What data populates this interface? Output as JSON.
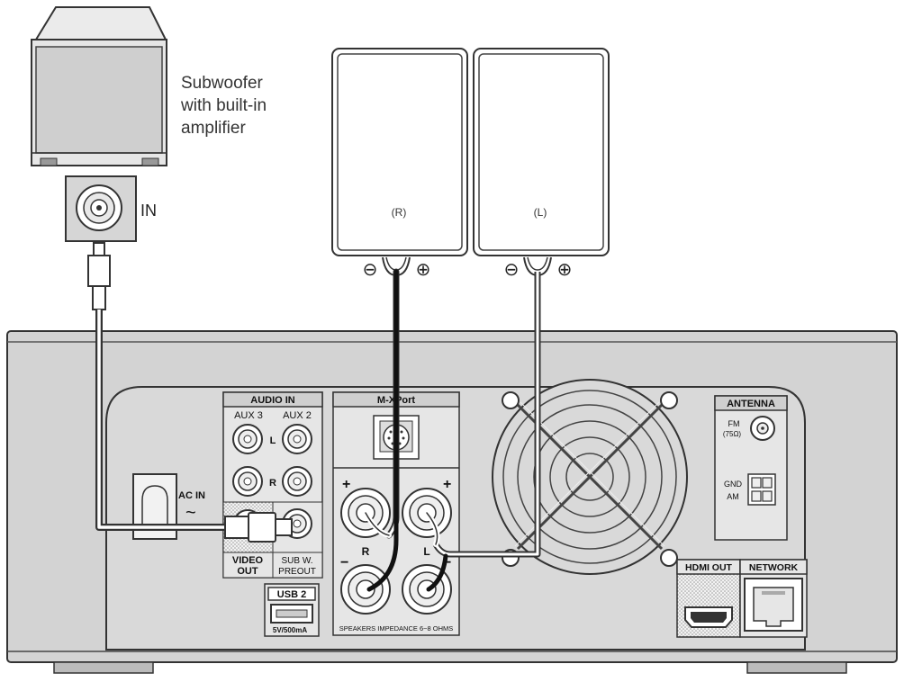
{
  "subwoofer": {
    "label_lines": [
      "Subwoofer",
      "with built-in",
      "amplifier"
    ],
    "input_label": "IN"
  },
  "speakers": {
    "right": {
      "label": "(R)",
      "minus": "⊖",
      "plus": "⊕"
    },
    "left": {
      "label": "(L)",
      "minus": "⊖",
      "plus": "⊕"
    }
  },
  "rear_panel": {
    "audio_in": {
      "title": "AUDIO IN",
      "aux3": "AUX 3",
      "aux2": "AUX 2",
      "l": "L",
      "r": "R"
    },
    "ac_in": {
      "label": "AC IN",
      "symbol": "~"
    },
    "video_out": {
      "line1": "VIDEO",
      "line2": "OUT"
    },
    "sub_preout": {
      "line1": "SUB W.",
      "line2": "PREOUT"
    },
    "usb": {
      "title": "USB 2",
      "rating": "5V/500mA"
    },
    "mxport": {
      "title": "M-XPort"
    },
    "speakers_terminal": {
      "plus": "+",
      "minus": "−",
      "r": "R",
      "l": "L",
      "caption": "SPEAKERS IMPEDANCE 6~8 OHMS"
    },
    "antenna": {
      "title": "ANTENNA",
      "fm_line1": "FM",
      "fm_line2": "(75Ω)",
      "gnd": "GND",
      "am": "AM"
    },
    "hdmi_out": {
      "label": "HDMI OUT"
    },
    "network": {
      "label": "NETWORK"
    }
  }
}
